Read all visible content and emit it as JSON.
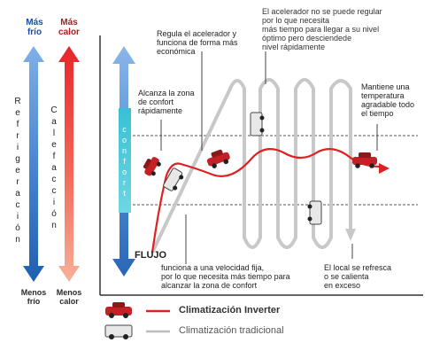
{
  "left_axes": {
    "cold_top": "Más\nfrío",
    "hot_top": "Más\ncalor",
    "cold_bottom": "Menos\nfrío",
    "hot_bottom": "Menos\ncalor",
    "cold_label": "Refrigeración",
    "hot_label": "Calefacción",
    "confort_label": "confort"
  },
  "annotations": {
    "reach_comfort": "Alcanza la zona\nde confort\nrápidamente",
    "regulates": "Regula el acelerador y\nfunciona de forma más\neconómica",
    "cannot_regulate": "El acelerador no se puede regular\npor lo que necesita\nmás tiempo para llegar a su nivel\nóptimo pero desciendede\nnivel rápidamente",
    "keeps_temp": "Mantiene una\ntemperatura\nagradable todo\nel tiempo",
    "fixed_speed": "funciona a una velocidad fija,\npor lo que necesita más tiempo para\nalcanzar la zona de confort",
    "room_cools": "El local se refresca\no se calienta\nen exceso",
    "flujo": "FLUJO"
  },
  "legend": {
    "inverter": "Climatización Inverter",
    "traditional": "Climatización tradicional"
  },
  "colors": {
    "inverter_red": "#e02020",
    "traditional_gray": "#b8b8b8",
    "cold_blue": "#2f72c4",
    "hot_red": "#ef4a4a"
  }
}
